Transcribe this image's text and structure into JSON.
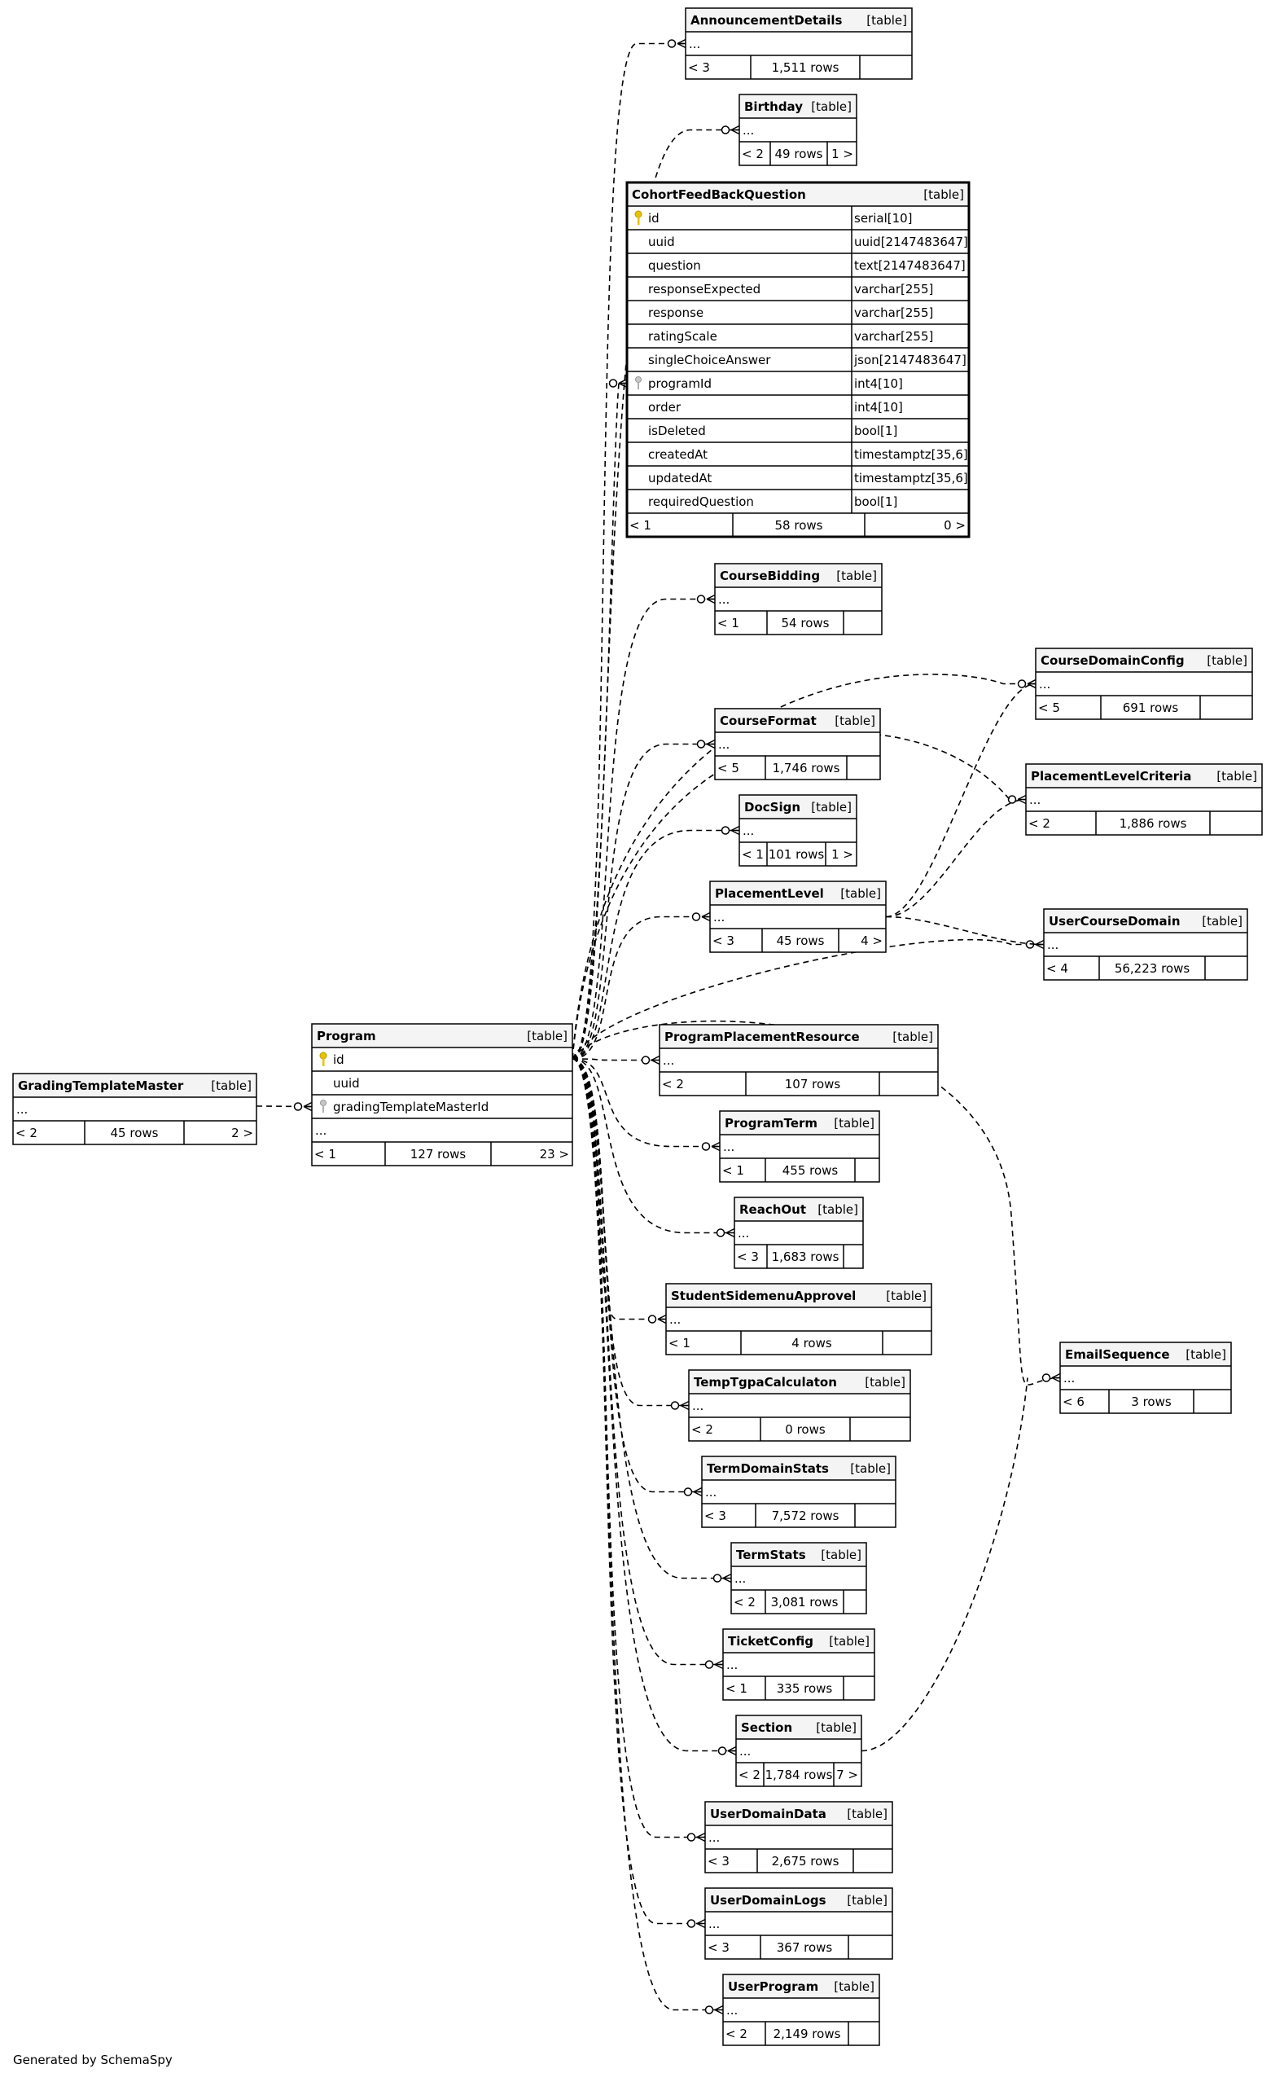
{
  "footer": "Generated by SchemaSpy",
  "table_tag": "[table]",
  "ellipsis": "...",
  "tables": [
    {
      "key": "announcement",
      "name": "AnnouncementDetails",
      "stats": [
        "< 3",
        "1,511 rows",
        ""
      ]
    },
    {
      "key": "birthday",
      "name": "Birthday",
      "stats": [
        "< 2",
        "49 rows",
        "1 >"
      ]
    },
    {
      "key": "cohort",
      "name": "CohortFeedBackQuestion",
      "bold": true,
      "columns": [
        {
          "name": "id",
          "type": "serial[10]",
          "icon": "pk"
        },
        {
          "name": "uuid",
          "type": "uuid[2147483647]"
        },
        {
          "name": "question",
          "type": "text[2147483647]"
        },
        {
          "name": "responseExpected",
          "type": "varchar[255]"
        },
        {
          "name": "response",
          "type": "varchar[255]"
        },
        {
          "name": "ratingScale",
          "type": "varchar[255]"
        },
        {
          "name": "singleChoiceAnswer",
          "type": "json[2147483647]"
        },
        {
          "name": "programId",
          "type": "int4[10]",
          "icon": "fk"
        },
        {
          "name": "order",
          "type": "int4[10]"
        },
        {
          "name": "isDeleted",
          "type": "bool[1]"
        },
        {
          "name": "createdAt",
          "type": "timestamptz[35,6]"
        },
        {
          "name": "updatedAt",
          "type": "timestamptz[35,6]"
        },
        {
          "name": "requiredQuestion",
          "type": "bool[1]"
        }
      ],
      "stats": [
        "< 1",
        "58 rows",
        "0 >"
      ]
    },
    {
      "key": "coursebidding",
      "name": "CourseBidding",
      "stats": [
        "< 1",
        "54 rows",
        ""
      ]
    },
    {
      "key": "coursedomainconfig",
      "name": "CourseDomainConfig",
      "stats": [
        "< 5",
        "691 rows",
        ""
      ]
    },
    {
      "key": "courseformat",
      "name": "CourseFormat",
      "stats": [
        "< 5",
        "1,746 rows",
        ""
      ]
    },
    {
      "key": "placementlevelcriteria",
      "name": "PlacementLevelCriteria",
      "stats": [
        "< 2",
        "1,886 rows",
        ""
      ]
    },
    {
      "key": "docsign",
      "name": "DocSign",
      "stats": [
        "< 1",
        "101 rows",
        "1 >"
      ]
    },
    {
      "key": "placementlevel",
      "name": "PlacementLevel",
      "stats": [
        "< 3",
        "45 rows",
        "4 >"
      ]
    },
    {
      "key": "usercoursedomain",
      "name": "UserCourseDomain",
      "stats": [
        "< 4",
        "56,223 rows",
        ""
      ]
    },
    {
      "key": "program",
      "name": "Program",
      "columns": [
        {
          "name": "id",
          "type": "",
          "icon": "pk"
        },
        {
          "name": "uuid",
          "type": ""
        },
        {
          "name": "gradingTemplateMasterId",
          "type": "",
          "icon": "fk"
        }
      ],
      "extra_ellipsis": true,
      "stats": [
        "< 1",
        "127 rows",
        "23 >"
      ]
    },
    {
      "key": "gradingtemplatemaster",
      "name": "GradingTemplateMaster",
      "stats": [
        "< 2",
        "45 rows",
        "2 >"
      ]
    },
    {
      "key": "programplacementresource",
      "name": "ProgramPlacementResource",
      "stats": [
        "< 2",
        "107 rows",
        ""
      ]
    },
    {
      "key": "programterm",
      "name": "ProgramTerm",
      "stats": [
        "< 1",
        "455 rows",
        ""
      ]
    },
    {
      "key": "reachout",
      "name": "ReachOut",
      "stats": [
        "< 3",
        "1,683 rows",
        ""
      ]
    },
    {
      "key": "studentsidemenuapprovel",
      "name": "StudentSidemenuApprovel",
      "stats": [
        "< 1",
        "4 rows",
        ""
      ]
    },
    {
      "key": "emailsequence",
      "name": "EmailSequence",
      "stats": [
        "< 6",
        "3 rows",
        ""
      ]
    },
    {
      "key": "temptgpacalculaton",
      "name": "TempTgpaCalculaton",
      "stats": [
        "< 2",
        "0 rows",
        ""
      ]
    },
    {
      "key": "termdomainstats",
      "name": "TermDomainStats",
      "stats": [
        "< 3",
        "7,572 rows",
        ""
      ]
    },
    {
      "key": "termstats",
      "name": "TermStats",
      "stats": [
        "< 2",
        "3,081 rows",
        ""
      ]
    },
    {
      "key": "ticketconfig",
      "name": "TicketConfig",
      "stats": [
        "< 1",
        "335 rows",
        ""
      ]
    },
    {
      "key": "section",
      "name": "Section",
      "stats": [
        "< 2",
        "1,784 rows",
        "7 >"
      ]
    },
    {
      "key": "userdomaindata",
      "name": "UserDomainData",
      "stats": [
        "< 3",
        "2,675 rows",
        ""
      ]
    },
    {
      "key": "userdomainlogs",
      "name": "UserDomainLogs",
      "stats": [
        "< 3",
        "367 rows",
        ""
      ]
    },
    {
      "key": "userprogram",
      "name": "UserProgram",
      "stats": [
        "< 2",
        "2,149 rows",
        ""
      ]
    }
  ]
}
